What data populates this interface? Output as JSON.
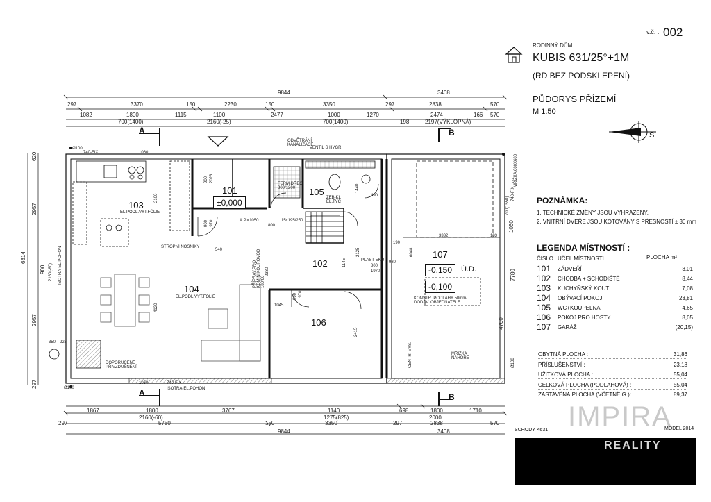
{
  "title_block": {
    "sheet_label": "v.č. :",
    "sheet_number": "002",
    "type": "RODINNÝ DŮM",
    "project": "KUBIS 631/25°+1M",
    "variant": "(RD BEZ PODSKLEPENÍ)",
    "drawing": "PŮDORYS PŘÍZEMÍ",
    "scale": "M 1:50",
    "north_label": "S"
  },
  "notes": {
    "heading": "POZNÁMKA:",
    "items": [
      "1. TECHNICKÉ ZMĚNY JSOU VYHRAZENY.",
      "2. VNITŘNÍ DVEŘE JSOU KÓTOVÁNY S PŘESNOSTÍ ± 30 mm"
    ]
  },
  "legend": {
    "heading": "LEGENDA MÍSTNOSTÍ :",
    "col_number": "ČÍSLO",
    "col_purpose": "ÚČEL MÍSTNOSTI",
    "col_area": "PLOCHA m²",
    "rooms": [
      {
        "num": "101",
        "name": "ZÁDVEŘÍ",
        "area": "3,01"
      },
      {
        "num": "102",
        "name": "CHODBA + SCHODIŠTĚ",
        "area": "8,44"
      },
      {
        "num": "103",
        "name": "KUCHYŇSKÝ KOUT",
        "area": "7,08"
      },
      {
        "num": "104",
        "name": "OBÝVACÍ POKOJ",
        "area": "23,81"
      },
      {
        "num": "105",
        "name": "WC+KOUPELNA",
        "area": "4,65"
      },
      {
        "num": "106",
        "name": "POKOJ PRO HOSTY",
        "area": "8,05"
      },
      {
        "num": "107",
        "name": "GARÁŽ",
        "area": "(20,15)"
      }
    ]
  },
  "summary": [
    {
      "name": "OBYTNÁ PLOCHA :",
      "value": "31,86"
    },
    {
      "name": "PŘÍSLUŠENSTVÍ :",
      "value": "23,18"
    },
    {
      "name": "UŽITKOVÁ PLOCHA :",
      "value": "55,04"
    },
    {
      "name": "CELKOVÁ PLOCHA (PODLAHOVÁ) :",
      "value": "55,04"
    },
    {
      "name": "ZASTAVĚNÁ PLOCHA (VČETNĚ G.):",
      "value": "89,37"
    }
  ],
  "footer": {
    "stairs": "SCHODY K631",
    "model": "MODEL 2014",
    "brand": "IMPIRA",
    "brand_sub": "REALITY"
  },
  "plan": {
    "sections": {
      "a": "A",
      "b": "B"
    },
    "rooms": {
      "r101": "101",
      "r101_level": "±0,000",
      "r102": "102",
      "r103": "103",
      "r103_sub": "EL.PODL.VYT.FÓLIE",
      "r104": "104",
      "r104_sub": "EL.PODL.VYT.FÓLIE",
      "r105": "105",
      "r105_sub": "ZEB-KL EL.TYČ",
      "r106": "106",
      "r107": "107",
      "r107_level": "-0,150",
      "r107_ud": "Ú.D.",
      "r107_level2": "-0,100"
    },
    "dims_top_1": [
      "297",
      "3370",
      "150",
      "2230",
      "150",
      "3350",
      "297",
      "2838",
      "570"
    ],
    "dims_top_2": [
      "1082",
      "1800",
      "1115",
      "1100",
      "2477",
      "1000",
      "1270",
      "2474",
      "166",
      "570"
    ],
    "dims_top_3": [
      "700(1400)",
      "2160(-25)",
      "700(1400)",
      "198",
      "2197(VÝKLOPNÁ)"
    ],
    "dims_overall_top": [
      "9844",
      "3408"
    ],
    "dims_bottom_1": [
      "1867",
      "1800",
      "3767",
      "1140",
      "698",
      "1800",
      "1710"
    ],
    "dims_bottom_2": [
      "2160(-60)",
      "1275(825)",
      "2000"
    ],
    "dims_bottom_3": [
      "297",
      "5750",
      "150",
      "3350",
      "297",
      "2838",
      "570"
    ],
    "dims_overall_bottom": [
      "9844",
      "3408"
    ],
    "dims_left": [
      "6814",
      "2957",
      "900",
      "2957",
      "297",
      "620",
      "2160(-60)",
      "ISOTRA-EL.POHON"
    ],
    "dims_right": [
      "7780",
      "4700",
      "1060",
      "700(1550)",
      "740-FIX"
    ],
    "labels": {
      "fix_top": "740-FIX",
      "d1060": "1060",
      "d100a": "Ø100",
      "d100b": "Ø100",
      "d100c": "Ø100",
      "fix_bot": "740-FIX",
      "isotra_bot": "ISOTRA-EL.POHON",
      "d1060b": "1060",
      "ceiling": "STROPNÍ NOSNÍKY",
      "vent": "ODVĚTRÁNÍ KANALIZACE",
      "ventil": "VENTIL S HYGR.",
      "shower": "FERM.DŘEC 800/1200",
      "plast": "PLAST EKO",
      "plast_size": "800",
      "plast_h": "1970",
      "konstr": "KONSTR. PODLAHY 50mm- DODÁV. OBJEDNATELE",
      "chimney": "DOPORUČENÉ PŘIVZDUŠNĚNÍ",
      "centr": "CENTR. VYS.",
      "grid": "MŘÍŽKA NAHOŘE",
      "grid2": "MŘÍŽKA 600X600",
      "d3332": "3332",
      "d183": "183",
      "d190": "190",
      "d980": "980",
      "d6048": "6048",
      "d2125": "2125",
      "d1145": "1145",
      "d1045": "1045",
      "d2415": "2415",
      "d540": "540",
      "d2100": "2100",
      "d4120": "4120",
      "d350": "350",
      "d225": "225",
      "d490": "490",
      "d1440": "1440",
      "ap": "A.P.=1050",
      "stairs_note": "15x195/250",
      "door1": "900",
      "door1h": "2023",
      "door2": "800",
      "door3": "900",
      "door3h": "1970",
      "d2330": "2330",
      "door4": "900",
      "door4h": "1970",
      "chimney_side": "PŘÍPRAV.PRO KOMIN KOUŘOVOD 180/60"
    }
  },
  "colors": {
    "line": "#111111",
    "hatch": "#555555",
    "ground": "#000000"
  }
}
